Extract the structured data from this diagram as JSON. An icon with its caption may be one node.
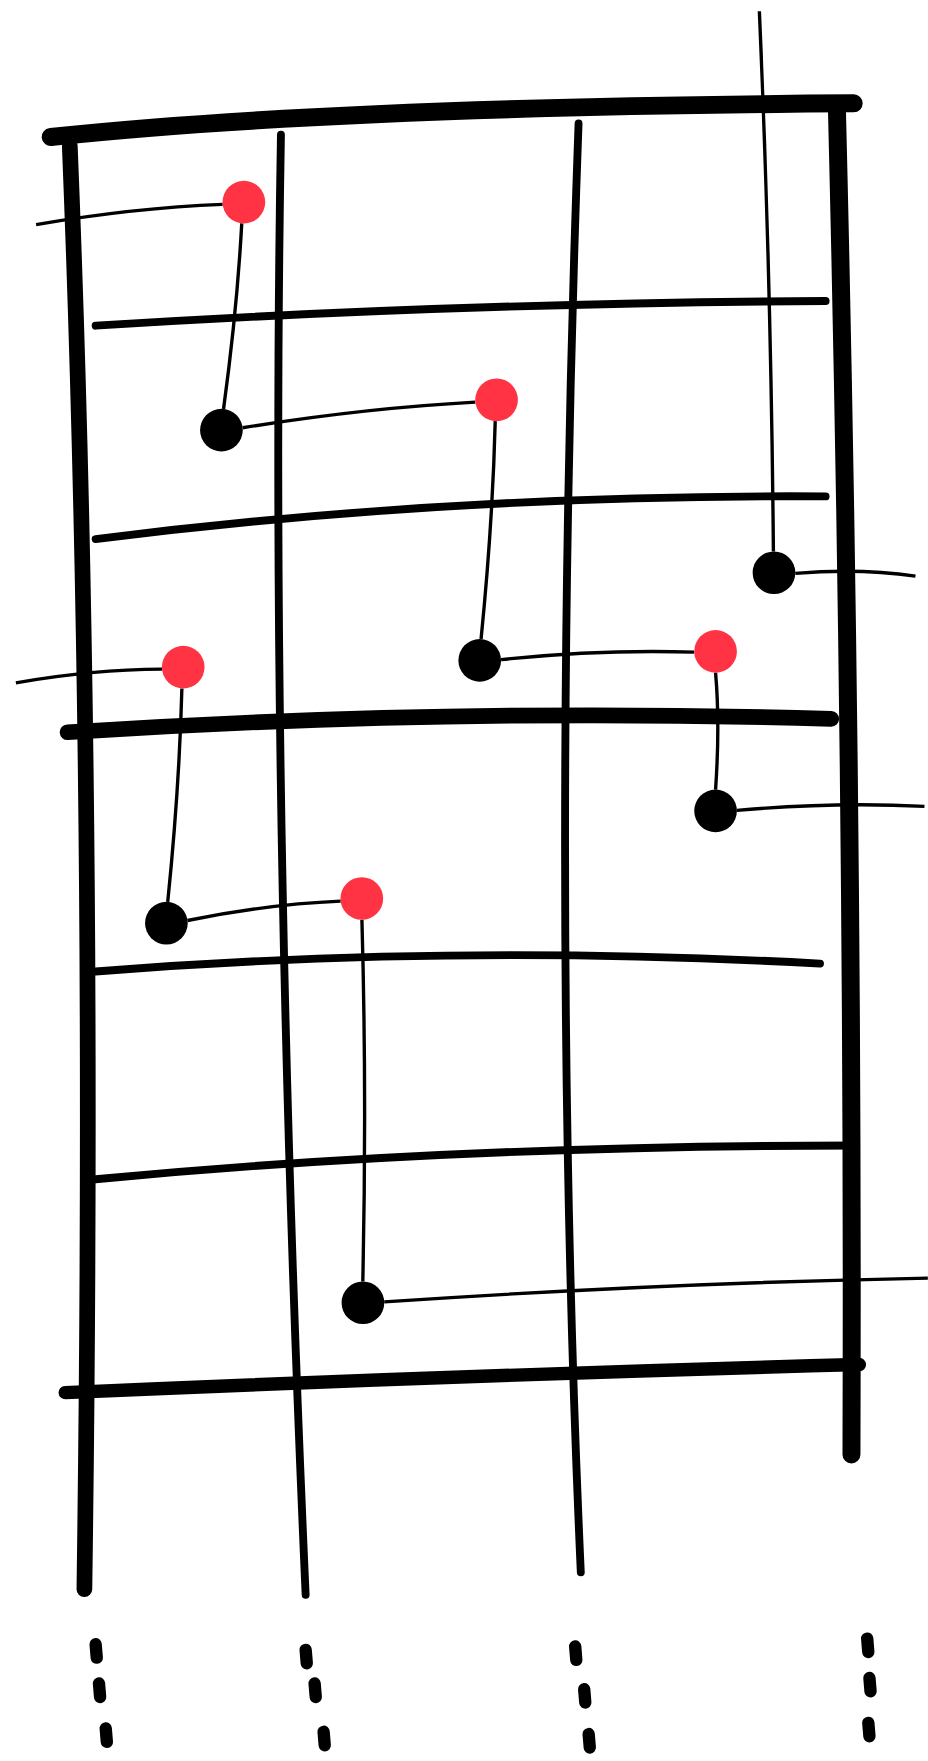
{
  "diagram": {
    "nodes": [
      {
        "text": [],
        "shape": "circle"
      },
      {
        "text": [],
        "shape": "circle"
      },
      {
        "text": [],
        "shape": "circle"
      },
      {
        "text": [],
        "shape": "circle"
      },
      {
        "text": [],
        "shape": "circle"
      },
      {
        "text": [],
        "shape": "circle"
      },
      {
        "text": [],
        "shape": "circle"
      },
      {
        "text": [],
        "shape": "circle"
      },
      {
        "text": [],
        "shape": "circle"
      },
      {
        "text": [],
        "shape": "circle"
      },
      {
        "text": [],
        "shape": "circle"
      }
    ],
    "edges": [
      {
        "from": null,
        "to": 0,
        "arrow": "none"
      },
      {
        "from": 0,
        "to": 2,
        "arrow": "none"
      },
      {
        "from": 2,
        "to": 1,
        "arrow": "none"
      },
      {
        "from": 1,
        "to": 5,
        "arrow": "none"
      },
      {
        "from": 5,
        "to": 4,
        "arrow": "none"
      },
      {
        "from": 4,
        "to": 7,
        "arrow": "none"
      },
      {
        "from": 7,
        "to": null,
        "arrow": "none"
      },
      {
        "from": null,
        "to": 6,
        "arrow": "none"
      },
      {
        "from": 6,
        "to": 9,
        "arrow": "none"
      },
      {
        "from": 9,
        "to": 8,
        "arrow": "none"
      },
      {
        "from": 8,
        "to": 10,
        "arrow": "none"
      },
      {
        "from": 10,
        "to": null,
        "arrow": "none"
      },
      {
        "from": null,
        "to": 3,
        "arrow": "none"
      },
      {
        "from": 3,
        "to": null,
        "arrow": "none"
      }
    ]
  }
}
